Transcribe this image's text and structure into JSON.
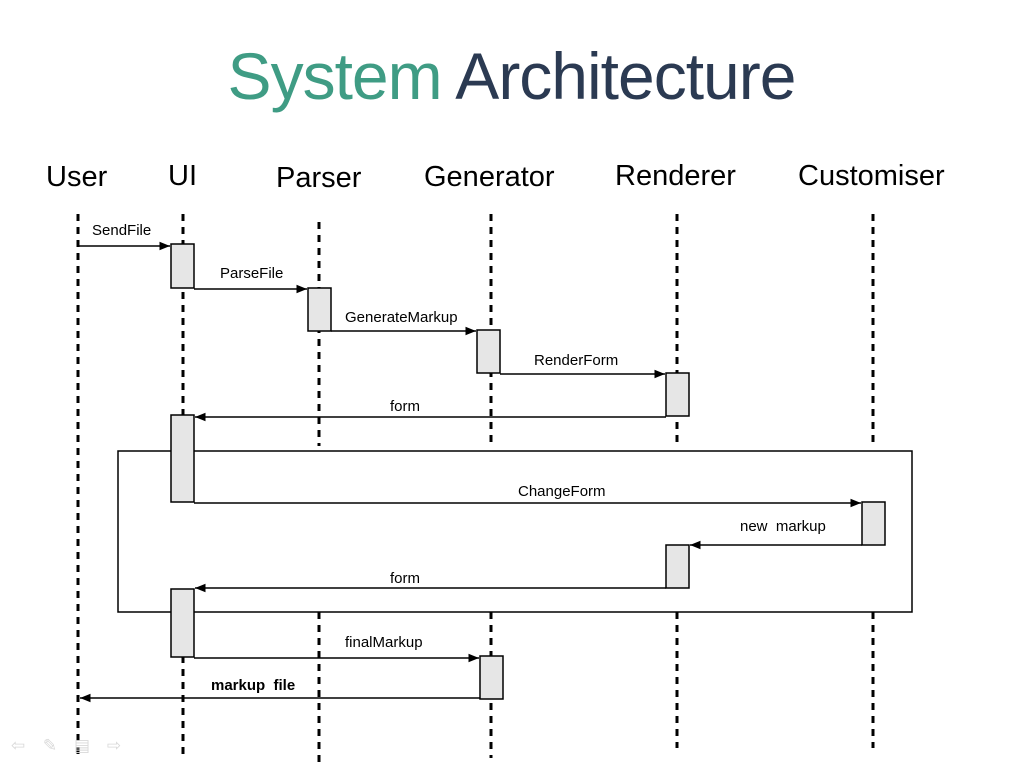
{
  "title": {
    "part1": "System",
    "part2": "Architecture"
  },
  "colors": {
    "title_accent": "#3f9c84",
    "title_dark": "#2b3a52",
    "activation_fill": "#e6e6e6"
  },
  "actors": [
    "User",
    "UI",
    "Parser",
    "Generator",
    "Renderer",
    "Customiser"
  ],
  "messages": [
    {
      "label": "SendFile",
      "from": "User",
      "to": "UI"
    },
    {
      "label": "ParseFile",
      "from": "UI",
      "to": "Parser"
    },
    {
      "label": "GenerateMarkup",
      "from": "Parser",
      "to": "Generator"
    },
    {
      "label": "RenderForm",
      "from": "Generator",
      "to": "Renderer"
    },
    {
      "label": "form",
      "from": "Renderer",
      "to": "UI"
    },
    {
      "label": "ChangeForm",
      "from": "UI",
      "to": "Customiser"
    },
    {
      "label": "new  markup",
      "from": "Customiser",
      "to": "Renderer"
    },
    {
      "label": "form",
      "from": "Renderer",
      "to": "UI"
    },
    {
      "label": "finalMarkup",
      "from": "UI",
      "to": "Generator"
    },
    {
      "label": "markup  file",
      "from": "Generator",
      "to": "User"
    }
  ],
  "nav_icons": [
    "previous-slide-icon",
    "pen-icon",
    "menu-icon",
    "next-slide-icon"
  ]
}
